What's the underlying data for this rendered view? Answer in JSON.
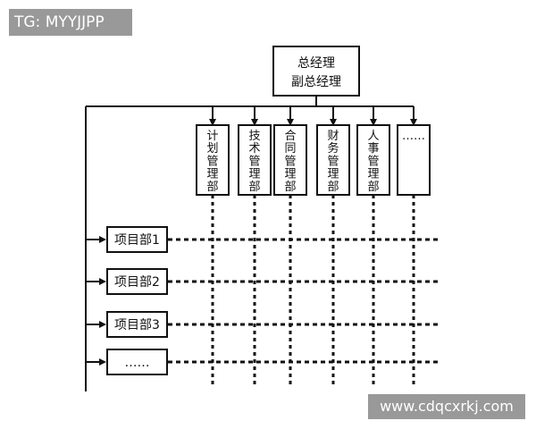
{
  "watermark_top": "TG: MYYJJPP",
  "watermark_bottom": "www.cdqcxrkj.com",
  "top_box": {
    "line1": "总经理",
    "line2": "副总经理"
  },
  "departments": [
    {
      "chars": [
        "计",
        "划",
        "管",
        "理",
        "部"
      ]
    },
    {
      "chars": [
        "技",
        "术",
        "管",
        "理",
        "部"
      ]
    },
    {
      "chars": [
        "合",
        "同",
        "管",
        "理",
        "部"
      ]
    },
    {
      "chars": [
        "财",
        "务",
        "管",
        "理",
        "部"
      ]
    },
    {
      "chars": [
        "人",
        "事",
        "管",
        "理",
        "部"
      ]
    },
    {
      "chars": [
        "……"
      ]
    }
  ],
  "projects": [
    "项目部1",
    "项目部2",
    "项目部3",
    "……"
  ]
}
